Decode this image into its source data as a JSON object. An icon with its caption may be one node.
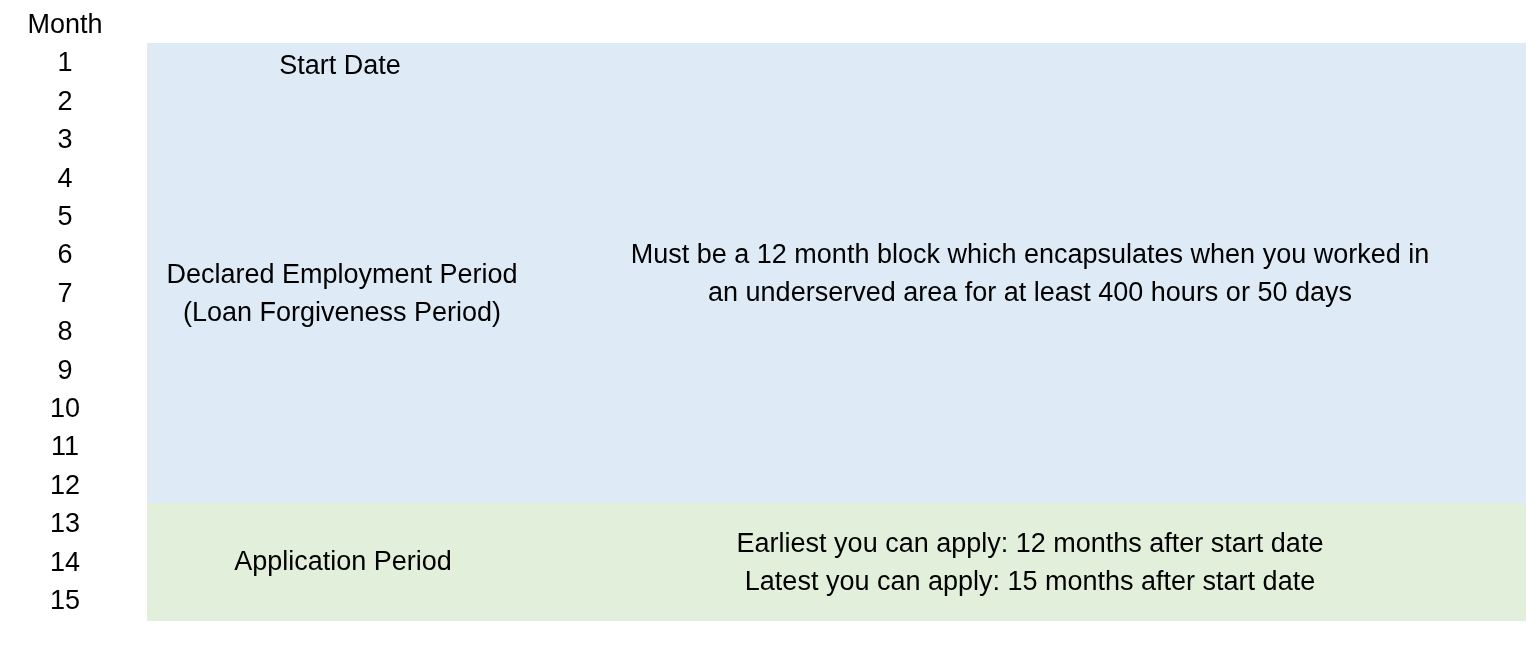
{
  "diagram": {
    "nodes": [
      {
        "text": [
          "Start Date",
          "Declared Employment Period (Loan Forgiveness Period)",
          "Must be a 12 month block which encapsulates when you worked in an underserved area for at least 400 hours or 50 days"
        ]
      },
      {
        "text": [
          "Application Period",
          "Earliest you can apply: 12 months after start date",
          "Latest you can apply: 15 months after start date"
        ]
      }
    ],
    "labels": [
      "Month",
      "1",
      "2",
      "3",
      "4",
      "5",
      "6",
      "7",
      "8",
      "9",
      "10",
      "11",
      "12",
      "13",
      "14",
      "15"
    ]
  }
}
